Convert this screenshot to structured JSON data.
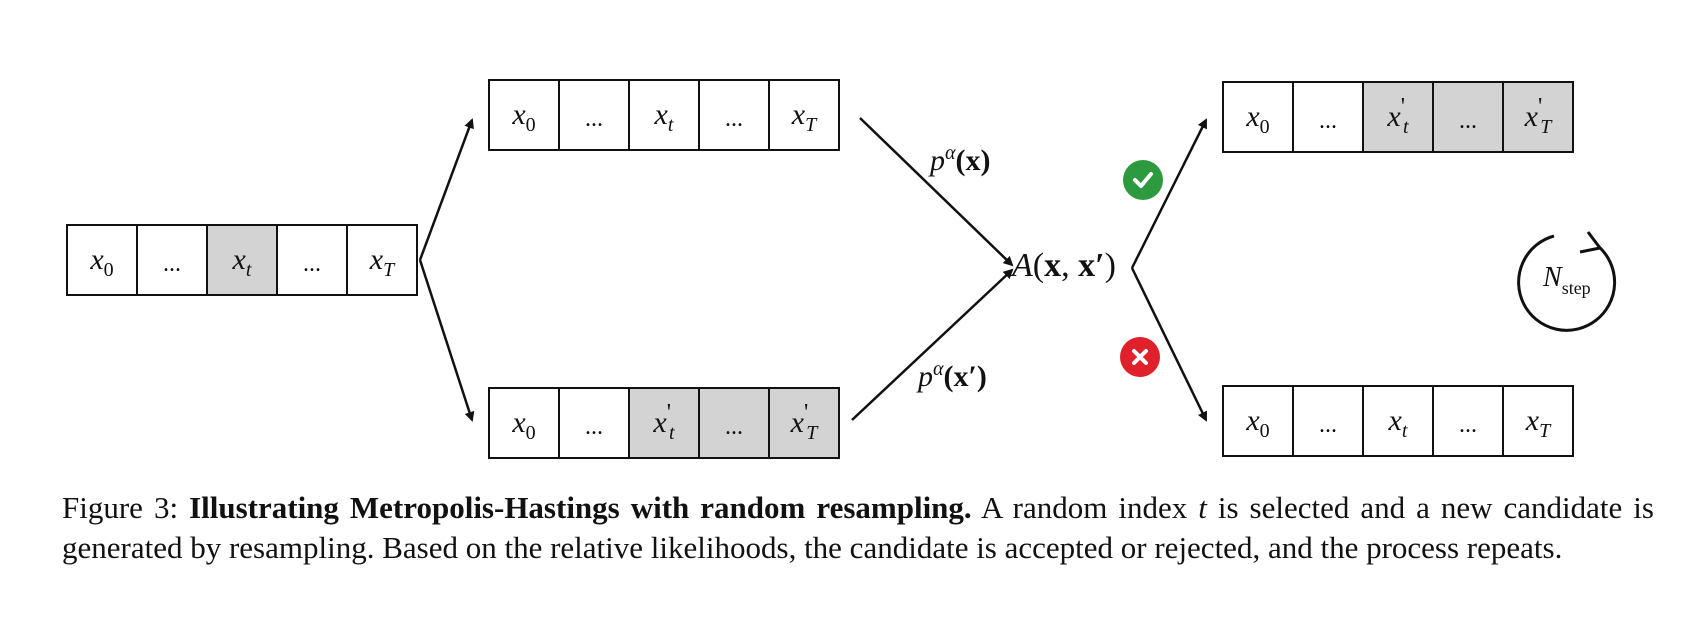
{
  "sequences": {
    "initial": {
      "cells": [
        {
          "base": "x",
          "prime": "",
          "sub": "0",
          "shaded": false
        },
        {
          "base": "...",
          "prime": "",
          "sub": "",
          "shaded": false
        },
        {
          "base": "x",
          "prime": "",
          "sub": "t",
          "shaded": true
        },
        {
          "base": "...",
          "prime": "",
          "sub": "",
          "shaded": false
        },
        {
          "base": "x",
          "prime": "",
          "sub": "T",
          "shaded": false
        }
      ]
    },
    "current": {
      "cells": [
        {
          "base": "x",
          "prime": "",
          "sub": "0",
          "shaded": false
        },
        {
          "base": "...",
          "prime": "",
          "sub": "",
          "shaded": false
        },
        {
          "base": "x",
          "prime": "",
          "sub": "t",
          "shaded": false
        },
        {
          "base": "...",
          "prime": "",
          "sub": "",
          "shaded": false
        },
        {
          "base": "x",
          "prime": "",
          "sub": "T",
          "shaded": false
        }
      ]
    },
    "candidate": {
      "cells": [
        {
          "base": "x",
          "prime": "",
          "sub": "0",
          "shaded": false
        },
        {
          "base": "...",
          "prime": "",
          "sub": "",
          "shaded": false
        },
        {
          "base": "x",
          "prime": "'",
          "sub": "t",
          "shaded": true
        },
        {
          "base": "...",
          "prime": "",
          "sub": "",
          "shaded": true
        },
        {
          "base": "x",
          "prime": "'",
          "sub": "T",
          "shaded": true
        }
      ]
    },
    "accepted": {
      "cells": [
        {
          "base": "x",
          "prime": "",
          "sub": "0",
          "shaded": false
        },
        {
          "base": "...",
          "prime": "",
          "sub": "",
          "shaded": false
        },
        {
          "base": "x",
          "prime": "'",
          "sub": "t",
          "shaded": true
        },
        {
          "base": "...",
          "prime": "",
          "sub": "",
          "shaded": true
        },
        {
          "base": "x",
          "prime": "'",
          "sub": "T",
          "shaded": true
        }
      ]
    },
    "rejected": {
      "cells": [
        {
          "base": "x",
          "prime": "",
          "sub": "0",
          "shaded": false
        },
        {
          "base": "...",
          "prime": "",
          "sub": "",
          "shaded": false
        },
        {
          "base": "x",
          "prime": "",
          "sub": "t",
          "shaded": false
        },
        {
          "base": "...",
          "prime": "",
          "sub": "",
          "shaded": false
        },
        {
          "base": "x",
          "prime": "",
          "sub": "T",
          "shaded": false
        }
      ]
    }
  },
  "labels": {
    "p_current": {
      "p": "p",
      "alpha": "α",
      "arg": "(x)"
    },
    "p_candidate": {
      "p": "p",
      "alpha": "α",
      "arg": "(x′)"
    },
    "acceptance": {
      "A": "A",
      "open": "(",
      "x": "x",
      "sep": ", ",
      "xp": "x′",
      "close": ")"
    },
    "cycle": {
      "N": "N",
      "sub": "step"
    }
  },
  "icons": {
    "accept": "check-circle-icon",
    "reject": "x-circle-icon",
    "repeat": "cycle-arrow-icon"
  },
  "colors": {
    "shade": "#d3d3d3",
    "accept": "#2e9a3f",
    "reject": "#e0202a"
  },
  "caption": {
    "prefix": "Figure 3: ",
    "title": "Illustrating Metropolis-Hastings with random resampling.",
    "part1": " A random index ",
    "var": "t",
    "part2": " is selected and a new candidate is generated by resampling. Based on the relative likelihoods, the candidate is accepted or rejected, and the process repeats."
  }
}
